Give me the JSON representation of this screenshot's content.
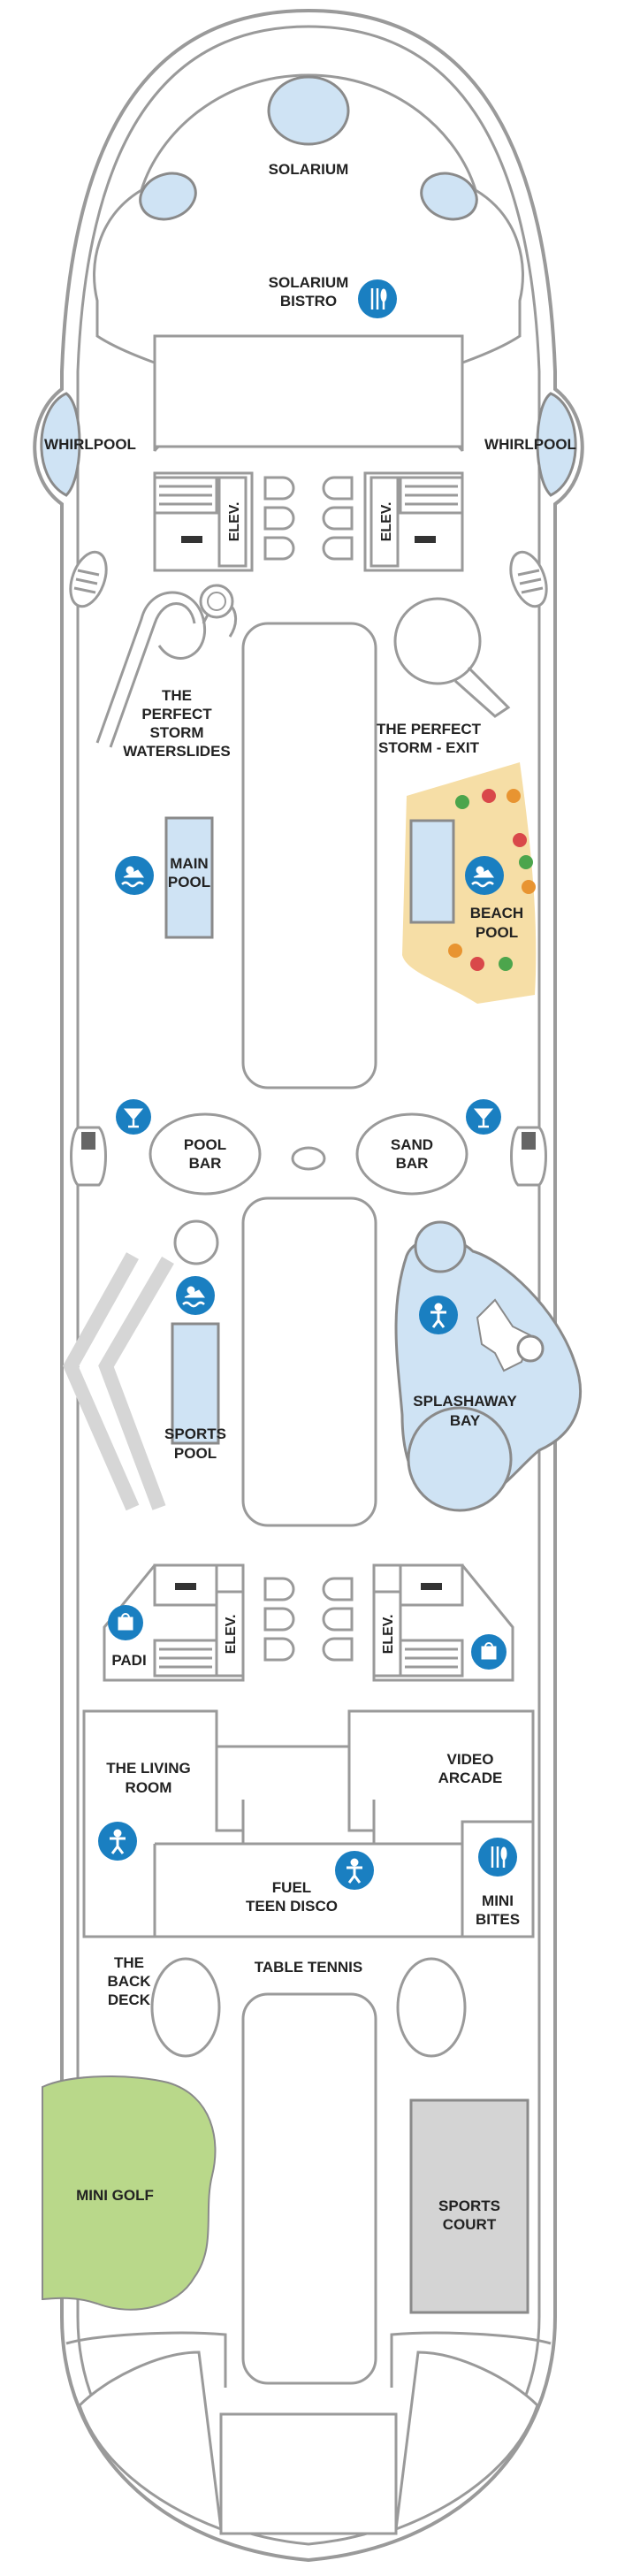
{
  "deck": {
    "labels": {
      "solarium": "SOLARIUM",
      "solarium_bistro_1": "SOLARIUM",
      "solarium_bistro_2": "BISTRO",
      "whirlpool_left": "WHIRLPOOL",
      "whirlpool_right": "WHIRLPOOL",
      "elev_top_left": "ELEV.",
      "elev_top_right": "ELEV.",
      "waterslides_1": "THE",
      "waterslides_2": "PERFECT",
      "waterslides_3": "STORM",
      "waterslides_4": "WATERSLIDES",
      "storm_exit_1": "THE PERFECT",
      "storm_exit_2": "STORM - EXIT",
      "main_pool_1": "MAIN",
      "main_pool_2": "POOL",
      "beach_pool_1": "BEACH",
      "beach_pool_2": "POOL",
      "pool_bar_1": "POOL",
      "pool_bar_2": "BAR",
      "sand_bar_1": "SAND",
      "sand_bar_2": "BAR",
      "sports_pool_1": "SPORTS",
      "sports_pool_2": "POOL",
      "splashaway_1": "SPLASHAWAY",
      "splashaway_2": "BAY",
      "padi": "PADI",
      "elev_mid_left": "ELEV.",
      "elev_mid_right": "ELEV.",
      "living_room_1": "THE LIVING",
      "living_room_2": "ROOM",
      "video_arcade_1": "VIDEO",
      "video_arcade_2": "ARCADE",
      "fuel_1": "FUEL",
      "fuel_2": "TEEN DISCO",
      "mini_bites_1": "MINI",
      "mini_bites_2": "BITES",
      "back_deck_1": "THE",
      "back_deck_2": "BACK",
      "back_deck_3": "DECK",
      "table_tennis": "TABLE TENNIS",
      "mini_golf": "MINI GOLF",
      "sports_court_1": "SPORTS",
      "sports_court_2": "COURT"
    },
    "icons": [
      "dining-icon",
      "pool-icon",
      "cocktail-icon",
      "kids-icon",
      "shop-icon"
    ],
    "colors": {
      "hull_stroke": "#9a9a9a",
      "pool_fill": "#cfe3f4",
      "icon_blue": "#1a7fc1",
      "beach_sand": "#f6dea6",
      "mini_golf_green": "#b9d88a",
      "sports_court_gray": "#d4d4d4",
      "slide_gray": "#d6d6d6"
    }
  }
}
